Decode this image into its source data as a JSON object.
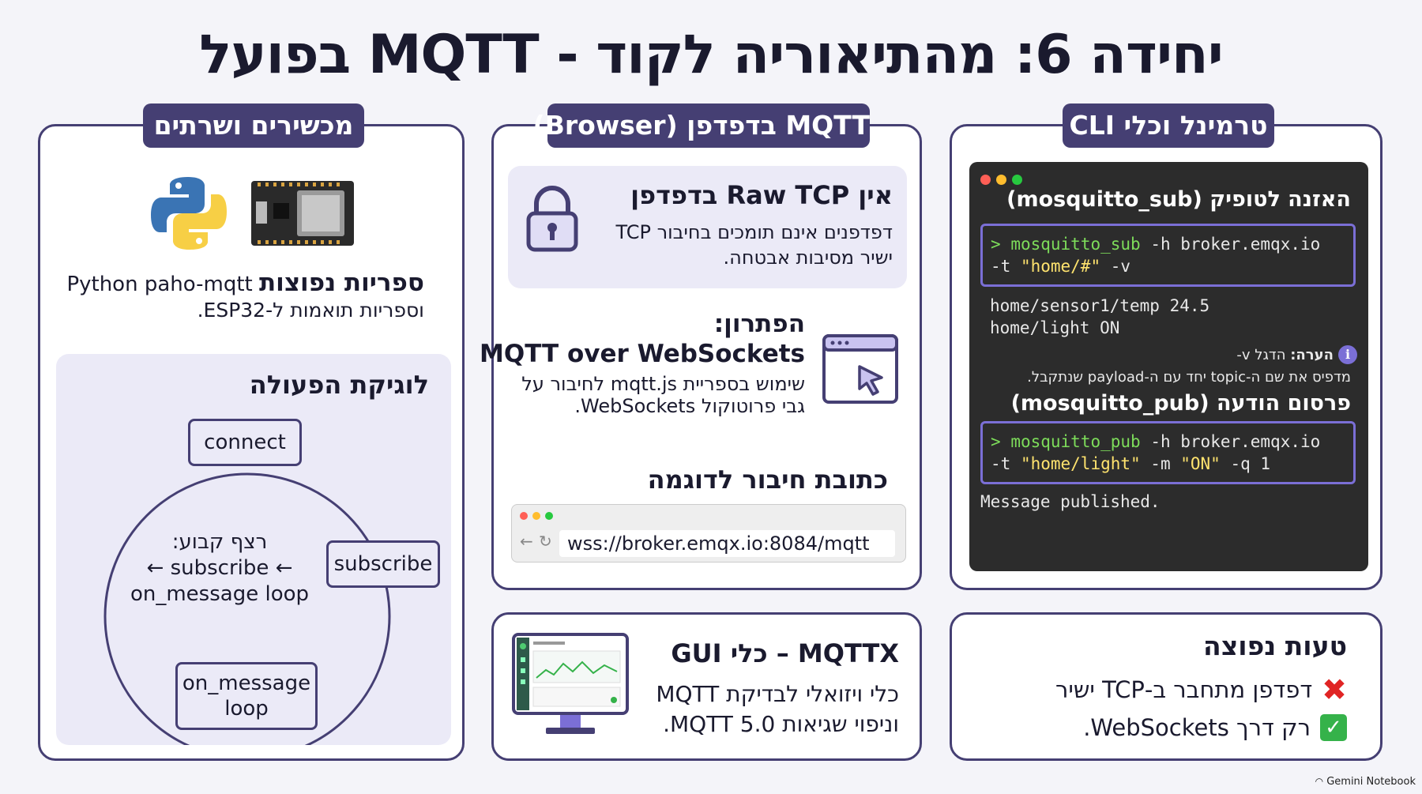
{
  "title": "יחידה 6: מהתיאוריה לקוד - MQTT בפועל",
  "cli": {
    "tab": "טרמינל וכלי CLI",
    "sub_heading": "האזנה לטופיק (mosquitto_sub)",
    "sub_cmd_line1_prompt": ">",
    "sub_cmd_line1_cmd": "mosquitto_sub",
    "sub_cmd_line1_rest": " -h broker.emqx.io",
    "sub_cmd_line2_flag": "-t ",
    "sub_cmd_line2_val": "\"home/#\"",
    "sub_cmd_line2_rest": " -v",
    "output_line1": "home/sensor1/temp 24.5",
    "output_line2": "home/light ON",
    "note_label": "הערה:",
    "note_flag": " הדגל ‎-v",
    "note_text": "מדפיס את שם ה-topic יחד עם ה-payload שנתקבל.",
    "pub_heading": "פרסום הודעה (mosquitto_pub)",
    "pub_cmd_line1_prompt": ">",
    "pub_cmd_line1_cmd": "mosquitto_pub",
    "pub_cmd_line1_rest": " -h broker.emqx.io",
    "pub_cmd_line2_flag": "-t ",
    "pub_cmd_line2_val": "\"home/light\"",
    "pub_cmd_line2_mid": " -m ",
    "pub_cmd_line2_val2": "\"ON\"",
    "pub_cmd_line2_rest": " -q 1",
    "published": "Message published."
  },
  "browser": {
    "tab": "MQTT בדפדפן (Browser)",
    "no_tcp_title": "אין Raw TCP בדפדפן",
    "no_tcp_line1": "דפדפנים אינם תומכים בחיבור TCP",
    "no_tcp_line2": "ישיר מסיבות אבטחה.",
    "solution_label": "הפתרון:",
    "solution_title": "MQTT over WebSockets",
    "solution_line1": "שימוש בספריית mqtt.js לחיבור על",
    "solution_line2": "גבי פרוטוקול WebSockets.",
    "example_title": "כתובת חיבור לדוגמה",
    "url": "wss://broker.emqx.io:8084/mqtt"
  },
  "devices": {
    "tab": "מכשירים ושרתים",
    "libs_bold": "ספריות נפוצות",
    "libs_rest": " Python paho-mqtt",
    "libs_line2": "וספריות תואמות ל-ESP32.",
    "logic_title": "לוגיקת הפעולה",
    "node_connect": "connect",
    "node_subscribe": "subscribe",
    "node_on_message_line1": "on_message",
    "node_on_message_line2": "loop",
    "center_line1": "רצף קבוע:",
    "center_line2": "← subscribe ←",
    "center_line3": "on_message loop"
  },
  "mistake": {
    "title": "טעות נפוצה",
    "wrong": "דפדפן מתחבר ב-TCP ישיר",
    "right": "רק דרך WebSockets."
  },
  "mqttx": {
    "title": "MQTTX – כלי GUI",
    "line1": "כלי ויזואלי לבדיקת MQTT",
    "line2": "וניפוי שגיאות MQTT 5.0."
  },
  "watermark": "Gemini Notebook",
  "colors": {
    "accent": "#453f73",
    "terminal_bg": "#2c2c2c",
    "code_green": "#7ddc5a",
    "code_yellow": "#ffe36e",
    "code_border": "#7b6fd6"
  }
}
